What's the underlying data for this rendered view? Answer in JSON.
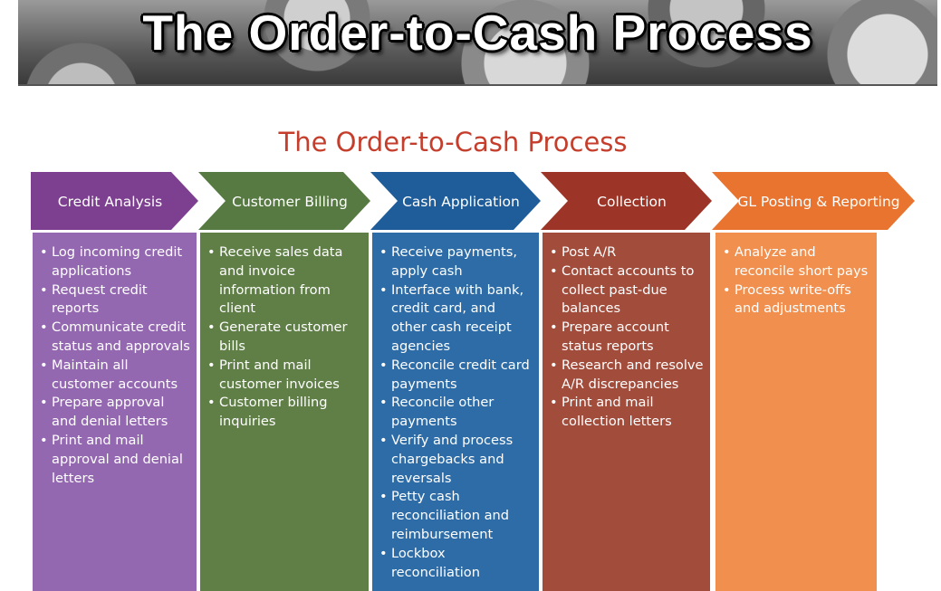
{
  "banner": {
    "title": "The Order-to-Cash Process"
  },
  "diagram": {
    "title": "The Order-to-Cash Process",
    "stages": [
      {
        "label": "Credit Analysis",
        "header_color": "#7d3f8f",
        "body_color": "#9468b0",
        "items": [
          "Log incoming credit applications",
          "Request credit reports",
          "Communicate credit status and approvals",
          "Maintain all customer accounts",
          "Prepare approval and denial letters",
          "Print and mail approval and denial letters"
        ]
      },
      {
        "label": "Customer Billing",
        "header_color": "#567a41",
        "body_color": "#607f47",
        "items": [
          "Receive sales data and invoice information from client",
          "Generate customer bills",
          "Print and mail customer invoices",
          "Customer billing inquiries"
        ]
      },
      {
        "label": "Cash Application",
        "header_color": "#1e5d9a",
        "body_color": "#2d6ca6",
        "items": [
          "Receive payments, apply cash",
          "Interface with bank, credit card, and other cash receipt agencies",
          "Reconcile credit card payments",
          "Reconcile other payments",
          "Verify and process chargebacks and reversals",
          "Petty cash reconciliation and reimbursement",
          "Lockbox reconciliation"
        ]
      },
      {
        "label": "Collection",
        "header_color": "#9c3527",
        "body_color": "#a24c3c",
        "items": [
          "Post A/R",
          "Contact accounts to collect past-due balances",
          "Prepare account status reports",
          "Research and resolve A/R discrepancies",
          "Print and mail collection letters"
        ]
      },
      {
        "label": "GL Posting & Reporting",
        "header_color": "#e8742f",
        "body_color": "#f08f4e",
        "items": [
          "Analyze and reconcile short pays",
          "Process write-offs and adjustments"
        ]
      }
    ]
  }
}
